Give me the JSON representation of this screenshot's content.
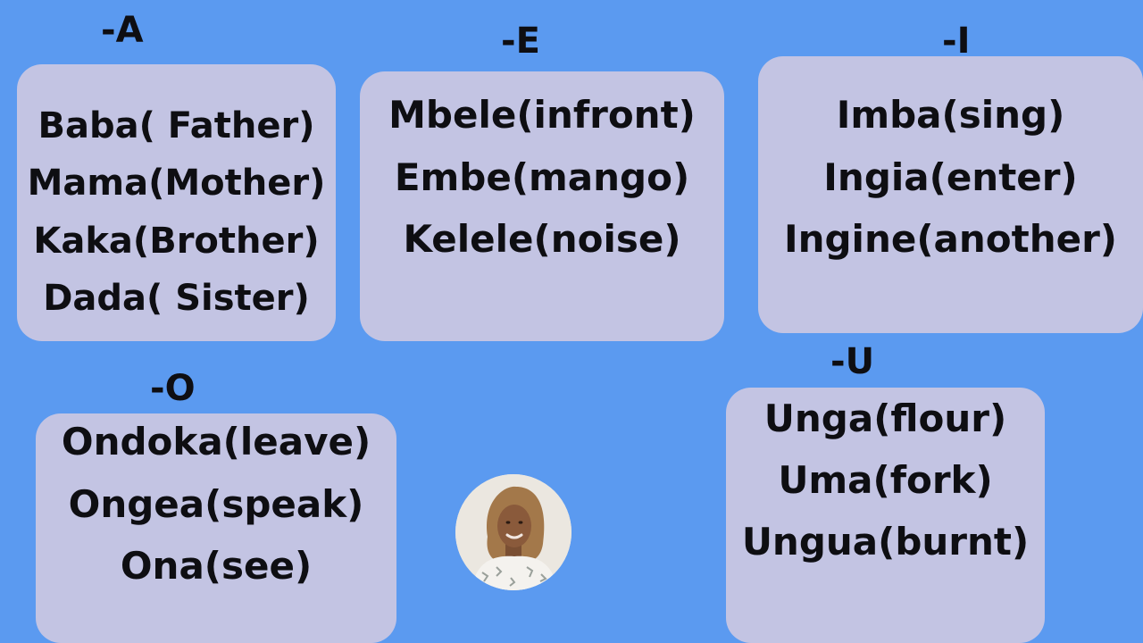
{
  "groups": {
    "a": {
      "heading": "-A",
      "words": [
        "Baba( Father)",
        "Mama(Mother)",
        "Kaka(Brother)",
        "Dada( Sister)"
      ]
    },
    "e": {
      "heading": "-E",
      "words": [
        "Mbele(infront)",
        "Embe(mango)",
        "Kelele(noise)"
      ]
    },
    "i": {
      "heading": "-I",
      "words": [
        "Imba(sing)",
        "Ingia(enter)",
        "Ingine(another)"
      ]
    },
    "o": {
      "heading": "-O",
      "words": [
        "Ondoka(leave)",
        "Ongea(speak)",
        "Ona(see)"
      ]
    },
    "u": {
      "heading": "-U",
      "words": [
        "Unga(flour)",
        "Uma(fork)",
        "Ungua(burnt)"
      ]
    }
  },
  "colors": {
    "background": "#5b9af0",
    "card": "#c3c4e3",
    "text": "#0e0e12"
  },
  "presenter": {
    "image": "presenter-avatar"
  }
}
